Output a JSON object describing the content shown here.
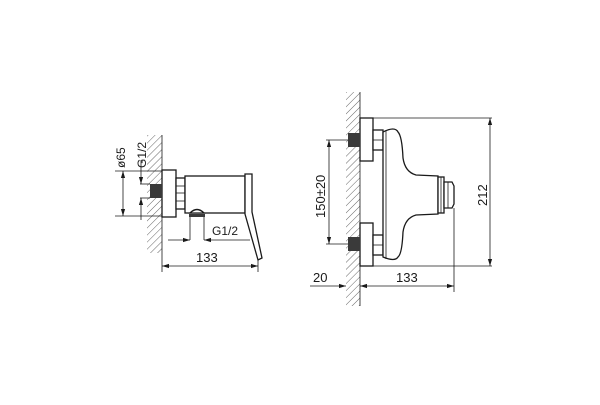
{
  "drawing": {
    "type": "technical-dimension-drawing",
    "subject": "wall-mounted shower mixer",
    "colors": {
      "line": "#1a1a1a",
      "background": "#ffffff",
      "thread": "#3a3a3a",
      "hatch": "#555555"
    },
    "side_view": {
      "labels": {
        "diameter": "ø65",
        "thread_inlet": "G1/2",
        "thread_outlet": "G1/2",
        "depth": "133"
      }
    },
    "front_view": {
      "labels": {
        "inlet_spacing": "150±20",
        "wall_offset": "20",
        "depth": "133",
        "height": "212"
      }
    }
  }
}
